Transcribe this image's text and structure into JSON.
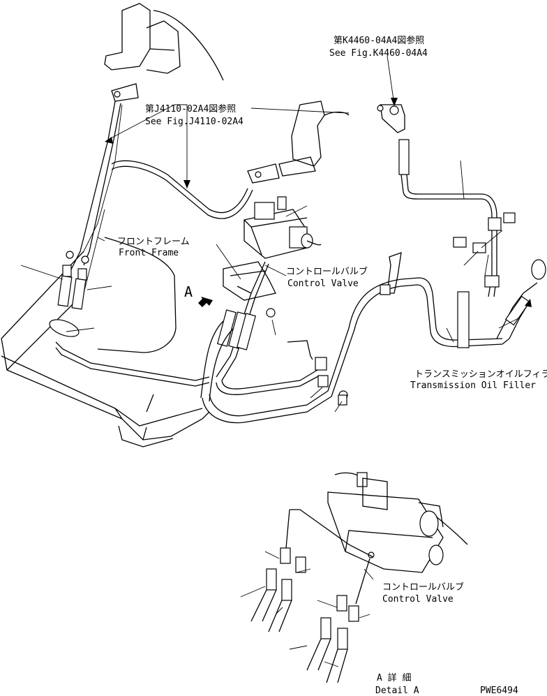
{
  "labels": {
    "ref_k4460_ja": "第K4460-04A4図参照",
    "ref_k4460_en": "See Fig.K4460-04A4",
    "ref_j4110_ja": "第J4110-02A4図参照",
    "ref_j4110_en": "See Fig.J4110-02A4",
    "front_frame_ja": "フロントフレーム",
    "front_frame_en": "Front Frame",
    "control_valve_ja": "コントロールバルブ",
    "control_valve_en": "Control Valve",
    "view_a": "A",
    "trans_oil_filler_ja": "トランスミッションオイルフィラ",
    "trans_oil_filler_en": "Transmission Oil Filler",
    "detail_control_valve_ja": "コントロールバルブ",
    "detail_control_valve_en": "Control Valve",
    "detail_a_ja": "A 詳 細",
    "detail_a_en": "Detail A",
    "drawing_no": "PWE6494"
  }
}
